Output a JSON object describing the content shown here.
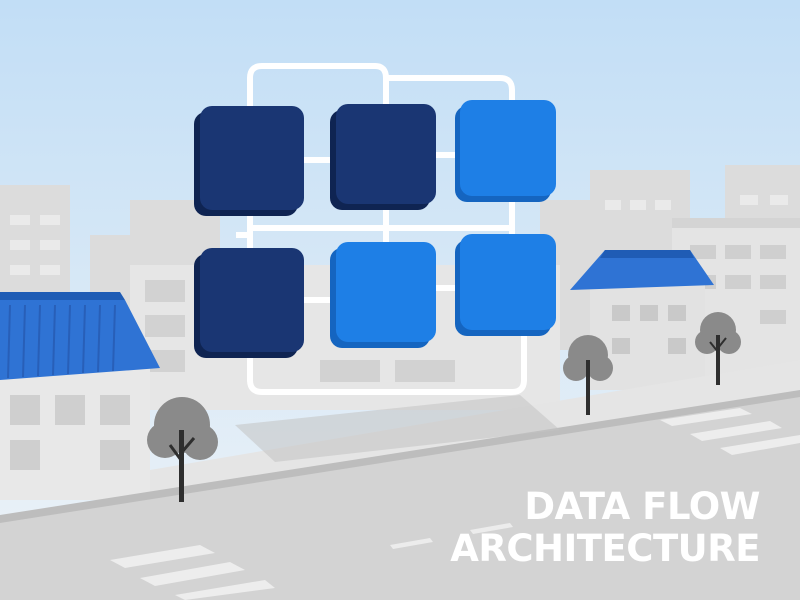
{
  "caption": {
    "line1": "DATA FLOW",
    "line2": "ARCHITECTURE"
  },
  "colors": {
    "sky_top": "#c2def6",
    "sky_bottom": "#eef3f7",
    "node_dark": "#1a3673",
    "node_light": "#1e7fe6",
    "roof_blue": "#2f73d4",
    "frame": "#ffffff",
    "building_light": "#e9e9e9",
    "building_mid": "#d6d6d6",
    "road": "#cfcfcf",
    "tree": "#8a8a8a"
  },
  "grid": {
    "rows": 2,
    "cols": 3,
    "nodes": [
      {
        "id": "node-r1-c1",
        "tone": "dark"
      },
      {
        "id": "node-r1-c2",
        "tone": "dark"
      },
      {
        "id": "node-r1-c3",
        "tone": "light"
      },
      {
        "id": "node-r2-c1",
        "tone": "dark"
      },
      {
        "id": "node-r2-c2",
        "tone": "light"
      },
      {
        "id": "node-r2-c3",
        "tone": "light"
      }
    ]
  }
}
